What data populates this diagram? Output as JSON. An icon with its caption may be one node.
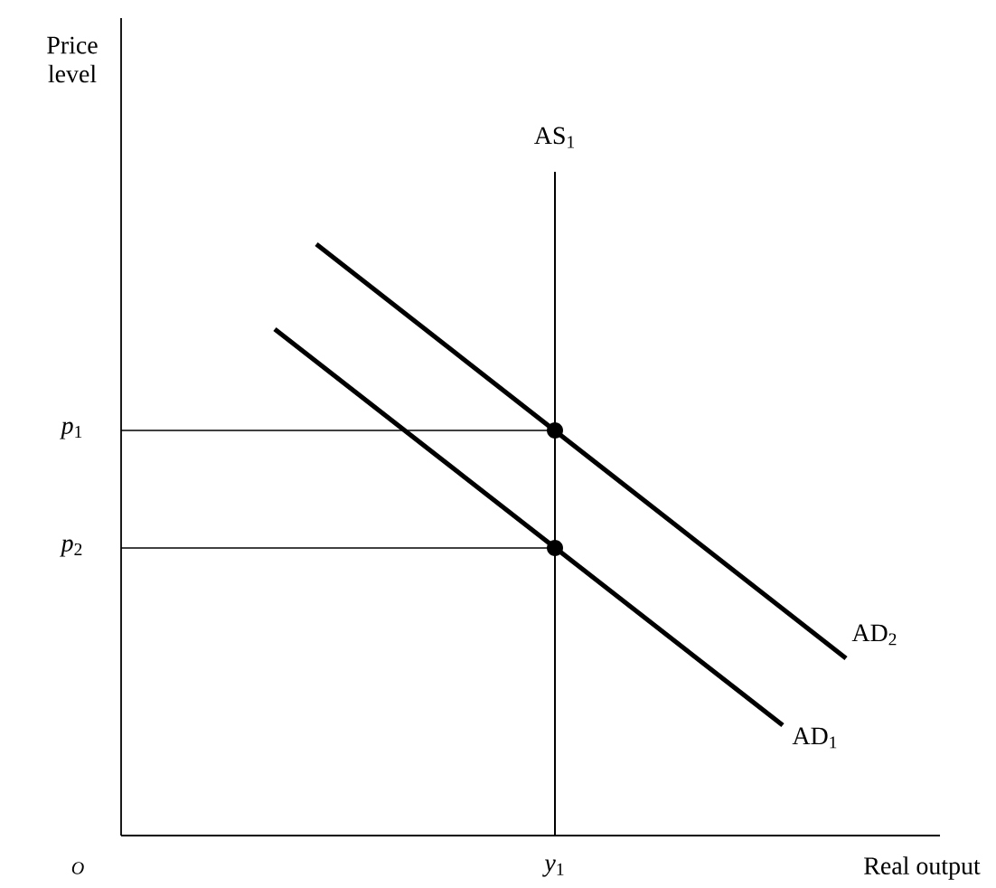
{
  "diagram": {
    "labels": [
      "Price level",
      "AS$_{1}$",
      "*p*$_{1}$",
      "*p*$_{2}$",
      "AD$_{2}$",
      "AD$_{1}$",
      "O",
      "*y*$_{1}$",
      "Real output"
    ]
  }
}
